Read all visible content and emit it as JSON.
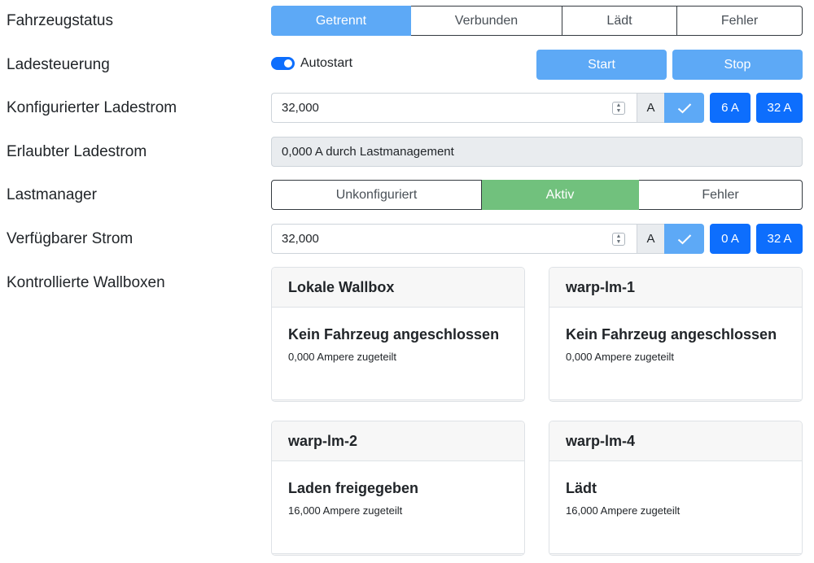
{
  "labels": {
    "vehicle_status": "Fahrzeugstatus",
    "charge_control": "Ladesteuerung",
    "configured_current": "Konfigurierter Ladestrom",
    "allowed_current": "Erlaubter Ladestrom",
    "load_manager": "Lastmanager",
    "available_current": "Verfügbarer Strom",
    "controlled_wallboxes": "Kontrollierte Wallboxen"
  },
  "vehicle_status": {
    "options": [
      "Getrennt",
      "Verbunden",
      "Lädt",
      "Fehler"
    ],
    "active": "Getrennt"
  },
  "charge_control": {
    "autostart_label": "Autostart",
    "autostart_on": true,
    "start_label": "Start",
    "stop_label": "Stop"
  },
  "configured_current": {
    "value": "32,000",
    "unit": "A",
    "quick": [
      "6 A",
      "32 A"
    ]
  },
  "allowed_current": {
    "text": "0,000 A durch Lastmanagement"
  },
  "load_manager": {
    "options": [
      "Unkonfiguriert",
      "Aktiv",
      "Fehler"
    ],
    "active": "Aktiv"
  },
  "available_current": {
    "value": "32,000",
    "unit": "A",
    "quick": [
      "0 A",
      "32 A"
    ]
  },
  "wallboxes": [
    {
      "name": "Lokale Wallbox",
      "status": "Kein Fahrzeug angeschlossen",
      "allocated": "0,000 Ampere zugeteilt"
    },
    {
      "name": "warp-lm-1",
      "status": "Kein Fahrzeug angeschlossen",
      "allocated": "0,000 Ampere zugeteilt"
    },
    {
      "name": "warp-lm-2",
      "status": "Laden freigegeben",
      "allocated": "16,000 Ampere zugeteilt"
    },
    {
      "name": "warp-lm-4",
      "status": "Lädt",
      "allocated": "16,000 Ampere zugeteilt"
    }
  ],
  "colors": {
    "accent_light": "#5da9f6",
    "accent": "#0d6efd",
    "active_green": "#71c17d"
  }
}
